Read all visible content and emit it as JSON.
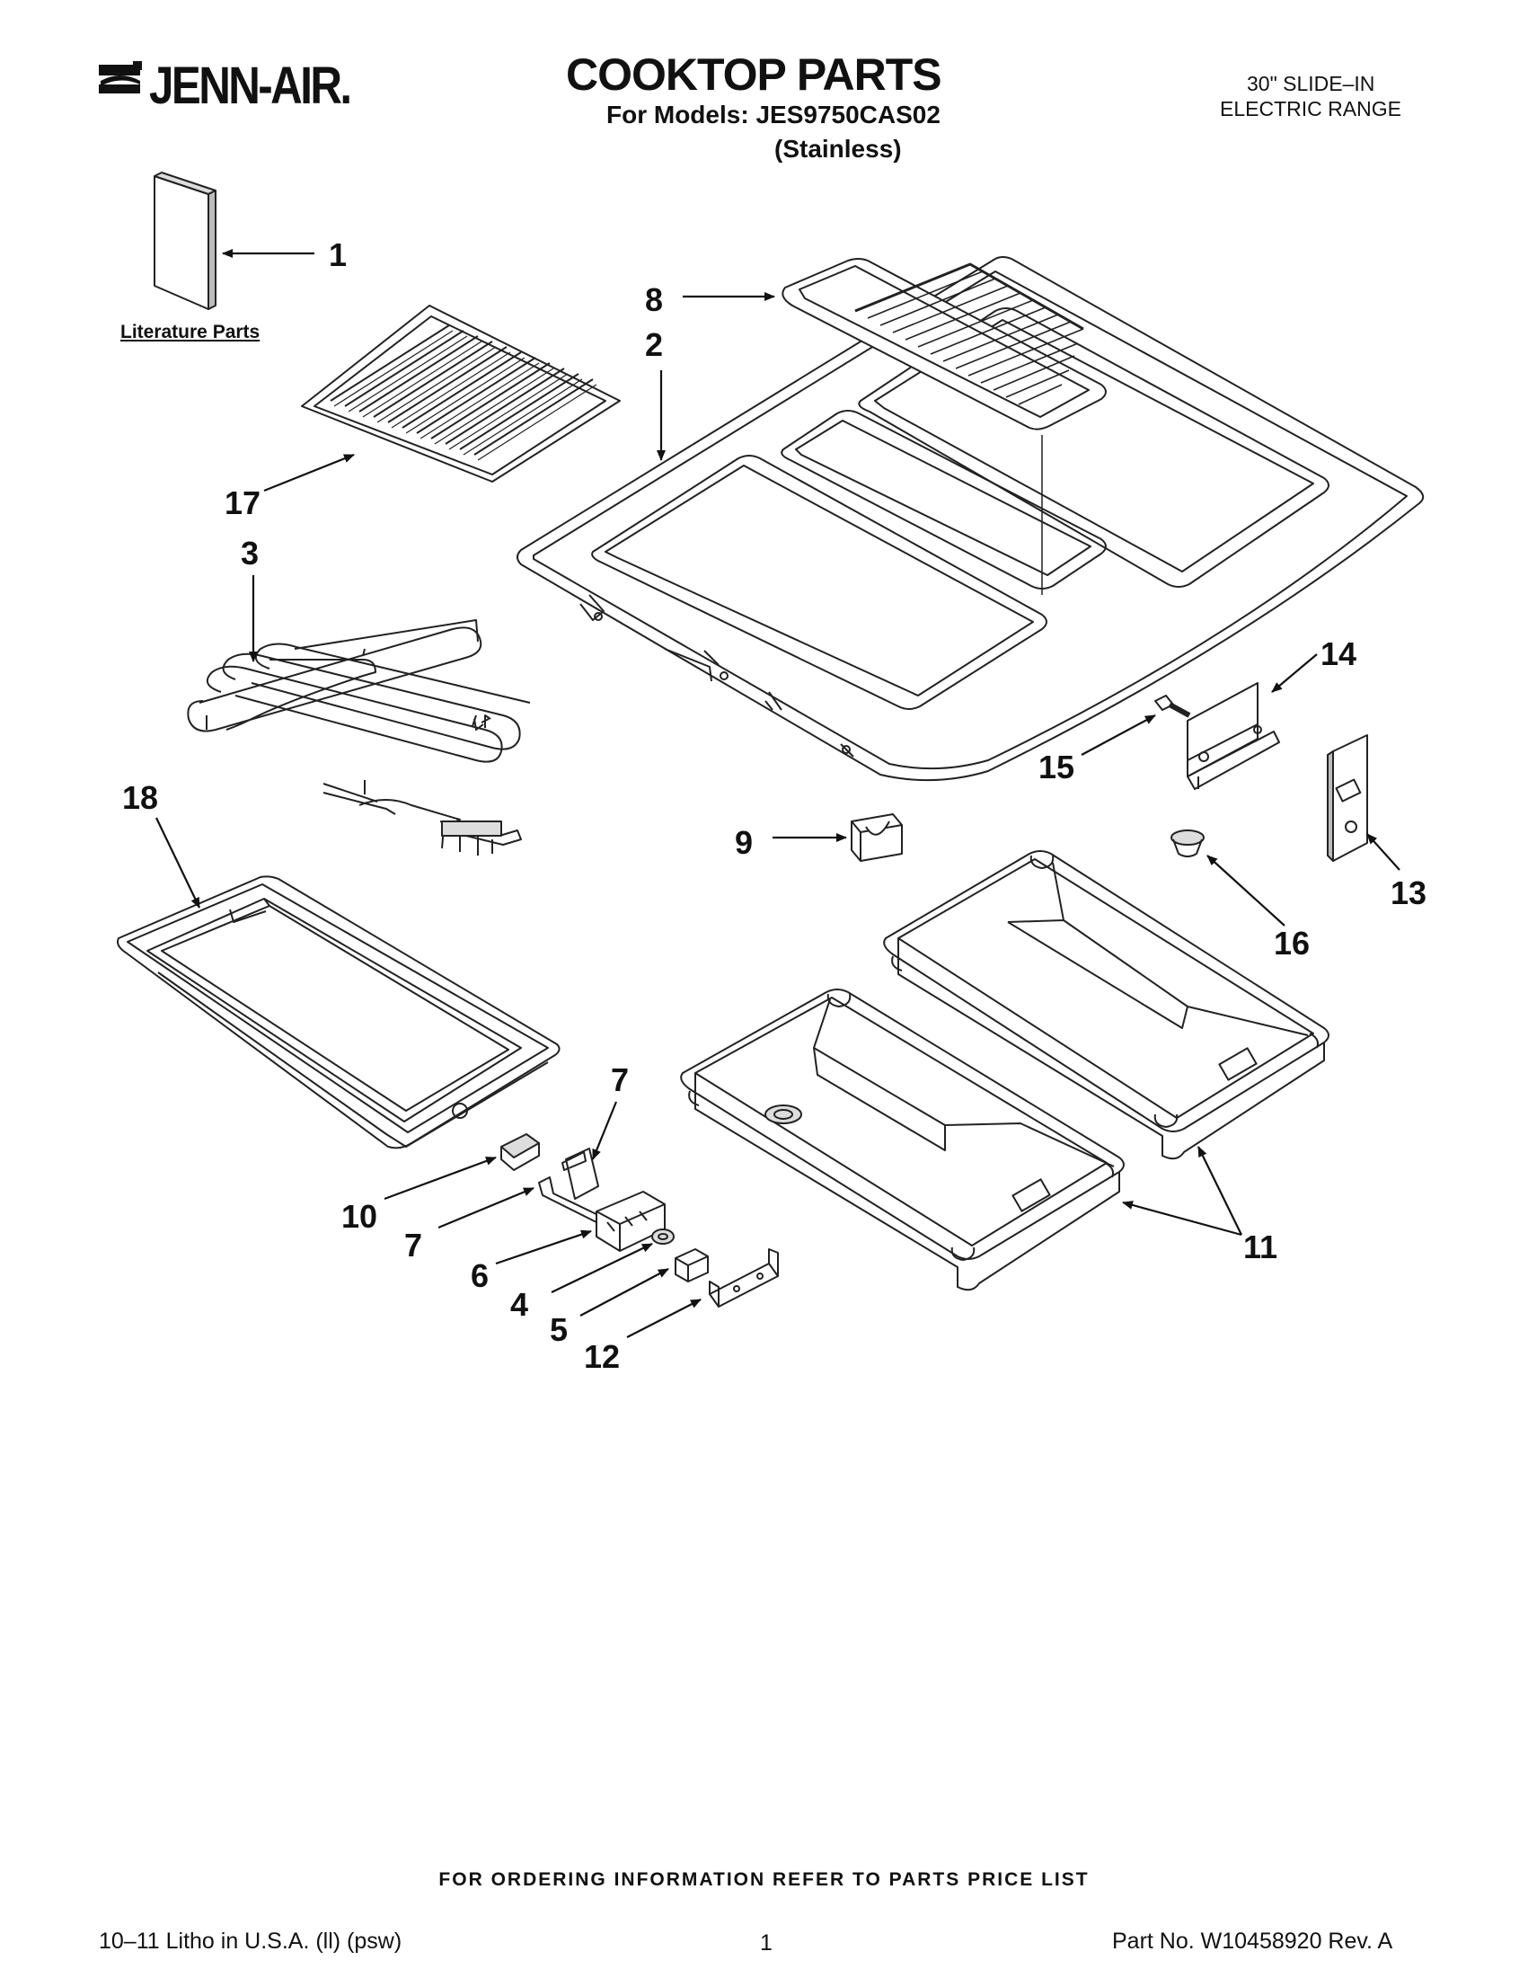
{
  "header": {
    "brand": "JENN-AIR.",
    "title": "COOKTOP PARTS",
    "models_line": "For Models: JES9750CAS02",
    "finish_line": "(Stainless)",
    "range_type_line1": "30\" SLIDE–IN",
    "range_type_line2": "ELECTRIC RANGE"
  },
  "diagram": {
    "literature_label": "Literature Parts",
    "callouts": {
      "c1": "1",
      "c2": "2",
      "c3": "3",
      "c4": "4",
      "c5": "5",
      "c6": "6",
      "c7a": "7",
      "c7b": "7",
      "c8": "8",
      "c9": "9",
      "c10": "10",
      "c11": "11",
      "c12": "12",
      "c13": "13",
      "c14": "14",
      "c15": "15",
      "c16": "16",
      "c17": "17",
      "c18": "18"
    }
  },
  "footer": {
    "notice": "FOR ORDERING INFORMATION REFER TO PARTS PRICE LIST",
    "litho": "10–11 Litho in U.S.A. (ll) (psw)",
    "page": "1",
    "part_no": "Part No. W10458920 Rev. A"
  }
}
